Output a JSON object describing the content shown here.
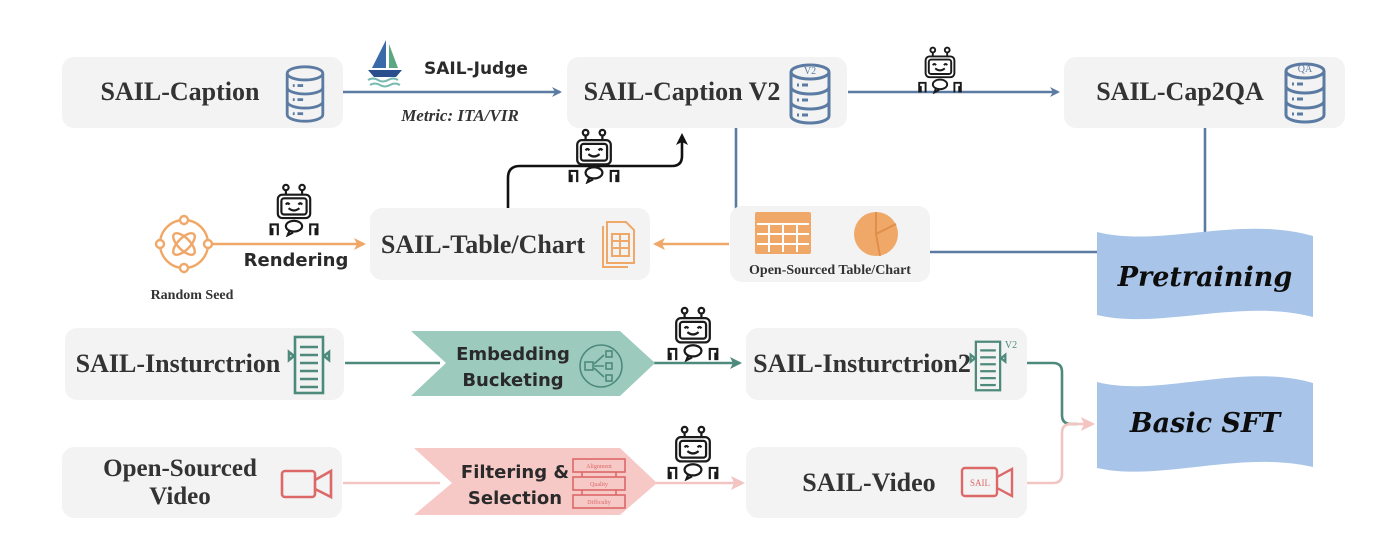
{
  "colors": {
    "box_bg": "#f3f3f3",
    "blue": "#5b7ba3",
    "orange": "#f0a868",
    "teal": "#4e8a7c",
    "teal_fill": "#9ccabd",
    "pink": "#f2c5c3",
    "pink_fill": "#f6c9c7",
    "red_icon": "#dc6868",
    "wave_fill": "#a8c4e8",
    "robot": "#1a1a1a"
  },
  "nodes": {
    "sail_caption": {
      "label": "SAIL-Caption",
      "icon": "database-icon"
    },
    "sail_caption_v2": {
      "label": "SAIL-Caption V2",
      "icon": "database-icon",
      "badge": "V2"
    },
    "sail_cap2qa": {
      "label": "SAIL-Cap2QA",
      "icon": "database-icon",
      "badge": "QA"
    },
    "sail_table_chart": {
      "label": "SAIL-Table/Chart",
      "icon": "document-table-icon"
    },
    "open_table_chart": {
      "label": "Open-Sourced Table/Chart",
      "icons": [
        "table-icon",
        "pie-chart-icon"
      ]
    },
    "random_seed": {
      "label": "Random Seed",
      "icon": "atom-cycle-icon"
    },
    "sail_instruction": {
      "label": "SAIL-Insturctrion",
      "icon": "list-document-icon"
    },
    "sail_instruction2": {
      "label": "SAIL-Insturctrion2",
      "icon": "list-document-icon",
      "badge": "V2"
    },
    "open_video": {
      "label_line1": "Open-Sourced",
      "label_line2": "Video",
      "icon": "video-camera-icon"
    },
    "sail_video": {
      "label": "SAIL-Video",
      "icon": "video-camera-icon",
      "badge": "SAIL"
    }
  },
  "edges": {
    "judge": {
      "label": "SAIL-Judge",
      "sublabel": "Metric: ITA/VIR",
      "icon": "sailboat-icon"
    },
    "rendering": {
      "label": "Rendering"
    }
  },
  "processes": {
    "embedding": {
      "line1": "Embedding",
      "line2": "Bucketing",
      "icon": "bucketing-icon"
    },
    "filtering": {
      "line1": "Filtering &",
      "line2": "Selection",
      "criteria": [
        "Alignment",
        "Quality",
        "Difficulty"
      ]
    }
  },
  "outputs": {
    "pretraining": {
      "label": "Pretraining"
    },
    "basic_sft": {
      "label": "Basic SFT"
    }
  }
}
